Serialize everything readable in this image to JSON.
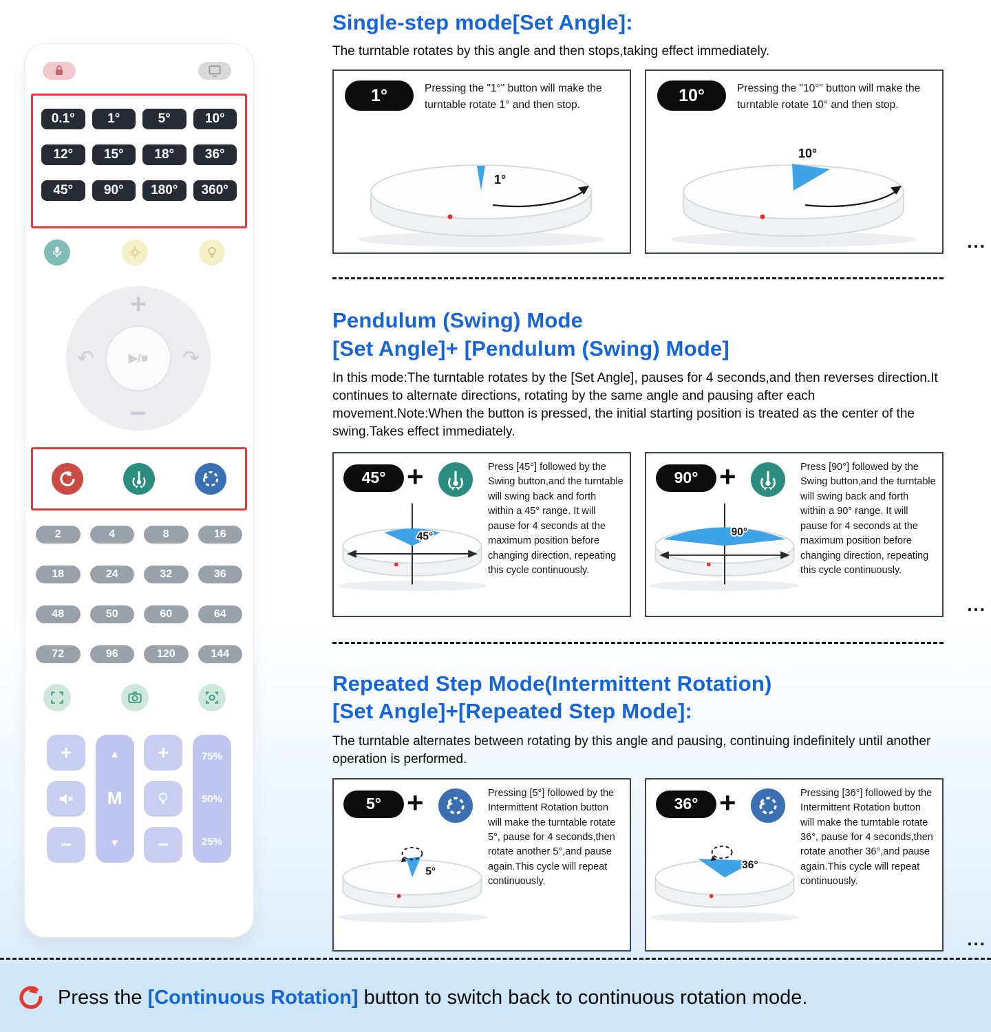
{
  "colors": {
    "heading_blue": "#1565d8",
    "footer_highlight_blue": "#1565d8",
    "wedge_blue": "#3fa3e8",
    "highlight_box_red": "#e23b3b",
    "continuous_rotation_red": "#c94b43",
    "swing_teal": "#2a8d7f",
    "intermittent_blue": "#3a6fb2",
    "footer_bg": "#cfe6f8"
  },
  "remote": {
    "angle_buttons": [
      "0.1°",
      "1°",
      "5°",
      "10°",
      "12°",
      "15°",
      "18°",
      "36°",
      "45°",
      "90°",
      "180°",
      "360°"
    ],
    "function_icons": [
      "mic-icon",
      "brightness-icon",
      "bulb-icon"
    ],
    "dpad": {
      "plus": "+",
      "minus": "−",
      "left": "↶",
      "right": "↷",
      "center": "▶/■"
    },
    "mode_icons": [
      "continuous-rotation-icon",
      "pendulum-swing-icon",
      "intermittent-rotation-icon"
    ],
    "speed_buttons": [
      "2",
      "4",
      "8",
      "16",
      "18",
      "24",
      "32",
      "36",
      "48",
      "50",
      "60",
      "64",
      "72",
      "96",
      "120",
      "144"
    ],
    "camera_icons": [
      "expand-icon",
      "camera-icon",
      "focus-icon"
    ],
    "volume": {
      "plus": "+",
      "minus": "−",
      "mute": "mute-icon"
    },
    "menu": {
      "up": "▲",
      "label": "M",
      "down": "▼"
    },
    "light": {
      "plus": "+",
      "minus": "−",
      "bulb": "bulb-icon"
    },
    "percent_buttons": [
      "75%",
      "50%",
      "25%"
    ]
  },
  "sections": [
    {
      "title_line1": "Single-step mode[Set Angle]:",
      "intro": "The turntable rotates by this angle and then stops,taking effect immediately.",
      "more": "...",
      "cards": [
        {
          "button": "1°",
          "desc": "Pressing the \"1°\" button will make the turntable rotate 1° and then stop.",
          "diagram_label": "1°"
        },
        {
          "button": "10°",
          "desc": "Pressing the \"10°\" button will make the turntable rotate 10° and then stop.",
          "diagram_label": "10°"
        }
      ]
    },
    {
      "title_line1": "Pendulum (Swing) Mode",
      "title_line2": "[Set Angle]+ [Pendulum (Swing) Mode]",
      "intro": "In this mode:The turntable rotates by the [Set Angle], pauses for 4 seconds,and then reverses direction.It continues to alternate directions, rotating by the same angle and pausing after each movement.Note:When the button is pressed, the initial starting position is treated as the center of the swing.Takes effect immediately.",
      "more": "...",
      "cards": [
        {
          "button": "45°",
          "plus": "+",
          "desc": "Press [45°] followed by the Swing button,and the turntable will swing back and forth within a 45° range. It will pause for 4 seconds at the maximum position before changing direction, repeating this cycle continuously.",
          "diagram_label": "45°"
        },
        {
          "button": "90°",
          "plus": "+",
          "desc": "Press [90°] followed by the Swing button,and the turntable will swing back and forth within a 90° range. It will pause for 4 seconds at the maximum position before changing direction, repeating this cycle continuously.",
          "diagram_label": "90°"
        }
      ]
    },
    {
      "title_line1": "Repeated Step Mode(Intermittent Rotation)",
      "title_line2": "[Set Angle]+[Repeated Step Mode]:",
      "intro": "The turntable alternates between rotating by this angle and pausing, continuing indefinitely until another operation is performed.",
      "more": "...",
      "cards": [
        {
          "button": "5°",
          "plus": "+",
          "desc": "Pressing [5°] followed by the Intermittent Rotation button will make the turntable rotate 5°, pause for 4 seconds,then rotate another 5°,and pause again.This cycle will repeat continuously.",
          "diagram_label": "5°"
        },
        {
          "button": "36°",
          "plus": "+",
          "desc": "Pressing [36°] followed by the Intermittent Rotation button will make the turntable rotate 36°, pause for 4 seconds,then rotate another 36°,and pause again.This cycle will repeat continuously.",
          "diagram_label": "36°"
        }
      ]
    }
  ],
  "footer": {
    "prefix": "Press the ",
    "highlight": "[Continuous Rotation]",
    "suffix": " button to switch back to continuous rotation mode."
  }
}
